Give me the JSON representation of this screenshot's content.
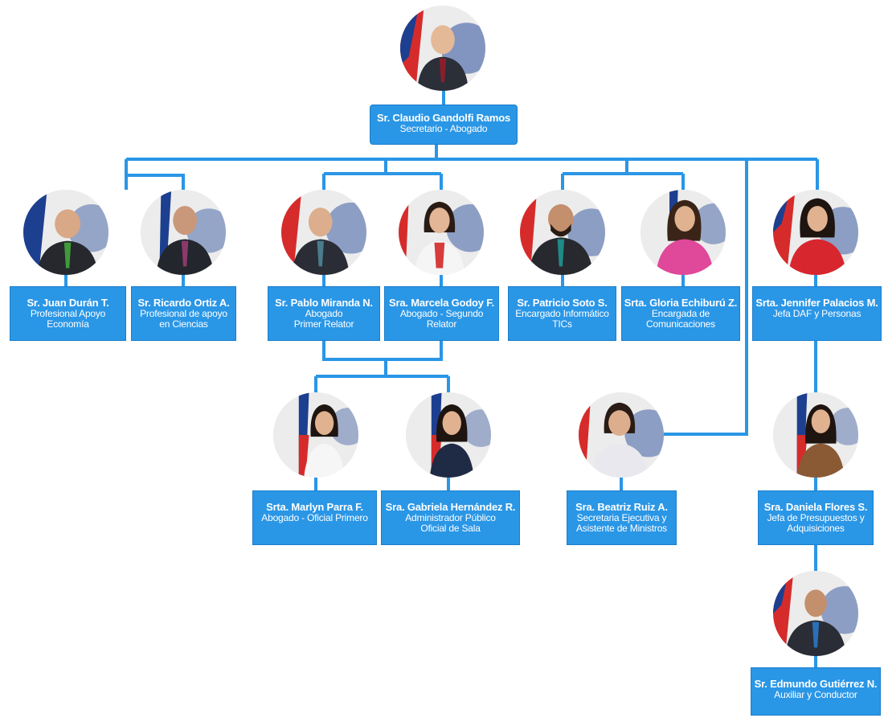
{
  "colors": {
    "box": "#2a96e6",
    "line": "#2a96e6",
    "text": "#ffffff"
  },
  "people": {
    "claudio": {
      "name": "Sr. Claudio Gandolfi Ramos",
      "role1": "Secretario - Abogado",
      "role2": ""
    },
    "juan": {
      "name": "Sr. Juan Durán T.",
      "role1": "Profesional Apoyo",
      "role2": "Economía"
    },
    "ricardo": {
      "name": "Sr. Ricardo Ortiz A.",
      "role1": "Profesional de apoyo",
      "role2": "en Ciencias"
    },
    "pablo": {
      "name": "Sr. Pablo Miranda N.",
      "role1": "Abogado",
      "role2": "Primer Relator"
    },
    "marcela": {
      "name": "Sra. Marcela Godoy F.",
      "role1": "Abogado - Segundo",
      "role2": "Relator"
    },
    "patricio": {
      "name": "Sr. Patricio Soto S.",
      "role1": "Encargado Informático",
      "role2": "TICs"
    },
    "gloria": {
      "name": "Srta. Gloria Echiburú Z.",
      "role1": "Encargada de",
      "role2": "Comunicaciones"
    },
    "jennifer": {
      "name": "Srta. Jennifer Palacios M.",
      "role1": "Jefa DAF y Personas",
      "role2": ""
    },
    "marlyn": {
      "name": "Srta. Marlyn Parra F.",
      "role1": "Abogado - Oficial Primero",
      "role2": ""
    },
    "gabriela": {
      "name": "Sra. Gabriela Hernández R.",
      "role1": "Administrador Público",
      "role2": "Oficial de Sala"
    },
    "beatriz": {
      "name": "Sra. Beatriz Ruiz A.",
      "role1": "Secretaria Ejecutiva y",
      "role2": "Asistente de Ministros"
    },
    "daniela": {
      "name": "Sra. Daniela Flores S.",
      "role1": "Jefa de Presupuestos y",
      "role2": "Adquisiciones"
    },
    "edmundo": {
      "name": "Sr. Edmundo Gutiérrez N.",
      "role1": "Auxiliar y Conductor",
      "role2": ""
    }
  }
}
